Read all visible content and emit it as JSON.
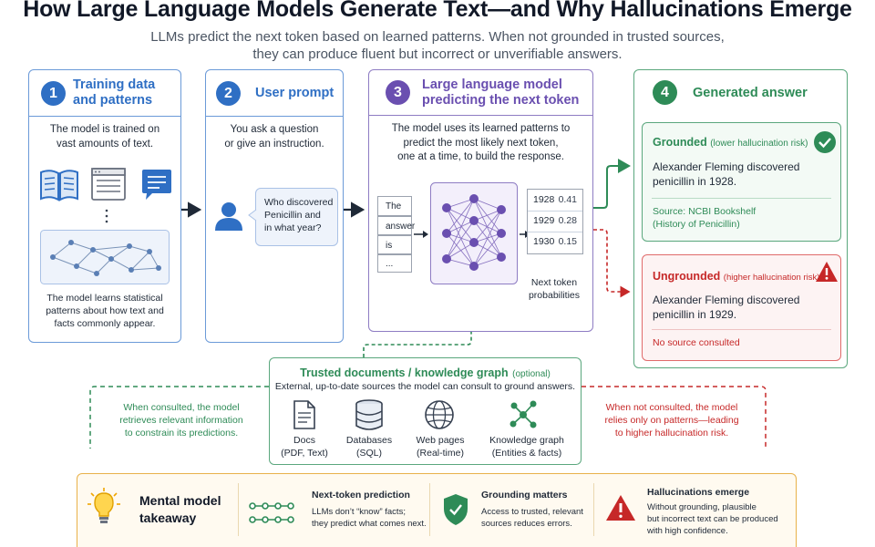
{
  "title": "How Large Language Models Generate Text—and Why Hallucinations Emerge",
  "subtitle_line1": "LLMs predict the next token based on learned patterns. When not grounded in trusted sources,",
  "subtitle_line2": "they can produce fluent but incorrect or unverifiable answers.",
  "steps": [
    {
      "number": "1",
      "title_line1": "Training data",
      "title_line2": "and patterns",
      "text_top": [
        "The model is trained on",
        "vast amounts of text."
      ],
      "text_bottom": [
        "The model learns statistical",
        "patterns about how text and",
        "facts commonly appear."
      ]
    },
    {
      "number": "2",
      "title": "User prompt",
      "text": [
        "You ask a question",
        "or give an instruction."
      ],
      "bubble": [
        "Who discovered",
        "Penicillin and",
        "in what year?"
      ]
    },
    {
      "number": "3",
      "title_line1": "Large language model",
      "title_line2": "predicting the next token",
      "text": [
        "The model uses its learned patterns to",
        "predict the most likely next token,",
        "one at a time, to build the response."
      ],
      "tokens": [
        "The",
        "answer",
        "is",
        "..."
      ],
      "probabilities": [
        {
          "word": "1928",
          "p": "0.41"
        },
        {
          "word": "1929",
          "p": "0.28"
        },
        {
          "word": "1930",
          "p": "0.15"
        }
      ],
      "prob_caption": [
        "Next token",
        "probabilities"
      ]
    },
    {
      "number": "4",
      "title": "Generated answer"
    }
  ],
  "grounded": {
    "label": "Grounded",
    "risk": "(lower hallucination risk)",
    "answer": [
      "Alexander Fleming discovered",
      "penicillin in 1928."
    ],
    "source": [
      "Source: NCBI Bookshelf",
      "(History of Penicillin)"
    ]
  },
  "ungrounded": {
    "label": "Ungrounded",
    "risk": "(higher hallucination risk)",
    "answer": [
      "Alexander Fleming discovered",
      "penicillin in 1929."
    ],
    "source": "No source consulted"
  },
  "trusted": {
    "title": "Trusted documents / knowledge graph",
    "optional": "(optional)",
    "subtitle": "External, up-to-date sources the model can consult to ground answers.",
    "items": [
      {
        "icon": "document-icon",
        "line1": "Docs",
        "line2": "(PDF, Text)"
      },
      {
        "icon": "database-icon",
        "line1": "Databases",
        "line2": "(SQL)"
      },
      {
        "icon": "globe-icon",
        "line1": "Web pages",
        "line2": "(Real-time)"
      },
      {
        "icon": "knowledge-graph-icon",
        "line1": "Knowledge graph",
        "line2": "(Entities & facts)"
      }
    ]
  },
  "consulted_note": [
    "When consulted, the model",
    "retrieves relevant information",
    "to constrain its predictions."
  ],
  "not_consulted_note": [
    "When not consulted, the model",
    "relies only on patterns—leading",
    "to higher hallucination risk."
  ],
  "takeaway": {
    "title_line1": "Mental model",
    "title_line2": "takeaway",
    "items": [
      {
        "title": "Next-token prediction",
        "text": [
          "LLMs don’t “know” facts;",
          "they predict what comes next."
        ]
      },
      {
        "title": "Grounding matters",
        "text": [
          "Access to trusted, relevant",
          "sources reduces errors."
        ]
      },
      {
        "title": "Hallucinations emerge",
        "text": [
          "Without grounding, plausible",
          "but incorrect text can be produced",
          "with high confidence."
        ]
      }
    ]
  },
  "colors": {
    "blue": "#2f6fc4",
    "purple": "#6a4fb0",
    "green": "#2e8b57",
    "red": "#c62828",
    "amber": "#e8b14a"
  }
}
